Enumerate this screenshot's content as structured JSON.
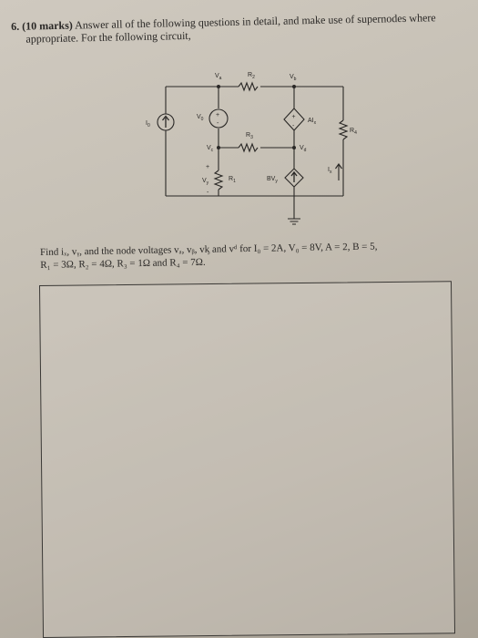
{
  "question": {
    "number": "6.",
    "marks": "(10 marks)",
    "instruction_line1": "Answer all of the following questions in detail, and make use of supernodes where",
    "instruction_line2": "appropriate. For the following circuit,"
  },
  "circuit_labels": {
    "va": "V",
    "va_sub": "a",
    "r2": "R",
    "r2_sub": "2",
    "vb": "V",
    "vb_sub": "b",
    "i0": "I",
    "i0_sub": "0",
    "v0": "V",
    "v0_sub": "0",
    "aix": "AI",
    "aix_sub": "x",
    "r4": "R",
    "r4_sub": "4",
    "r3": "R",
    "r3_sub": "3",
    "vc": "V",
    "vc_sub": "c",
    "vd": "V",
    "vd_sub": "d",
    "plus": "+",
    "minus": "-",
    "vy": "V",
    "vy_sub": "y",
    "r1": "R",
    "r1_sub": "1",
    "bvy": "BV",
    "bvy_sub": "y",
    "ix": "I",
    "ix_sub": "x"
  },
  "find": {
    "line1": "Find iₓ, vᵧ, and the node voltages vₐ, vᵦ, vᶄ and vᵈ for I₀ = 2A, V₀ = 8V, A = 2, B = 5,",
    "line2": "R₁ = 3Ω, R₂ = 4Ω, R₃ = 1Ω and R₄ = 7Ω."
  }
}
